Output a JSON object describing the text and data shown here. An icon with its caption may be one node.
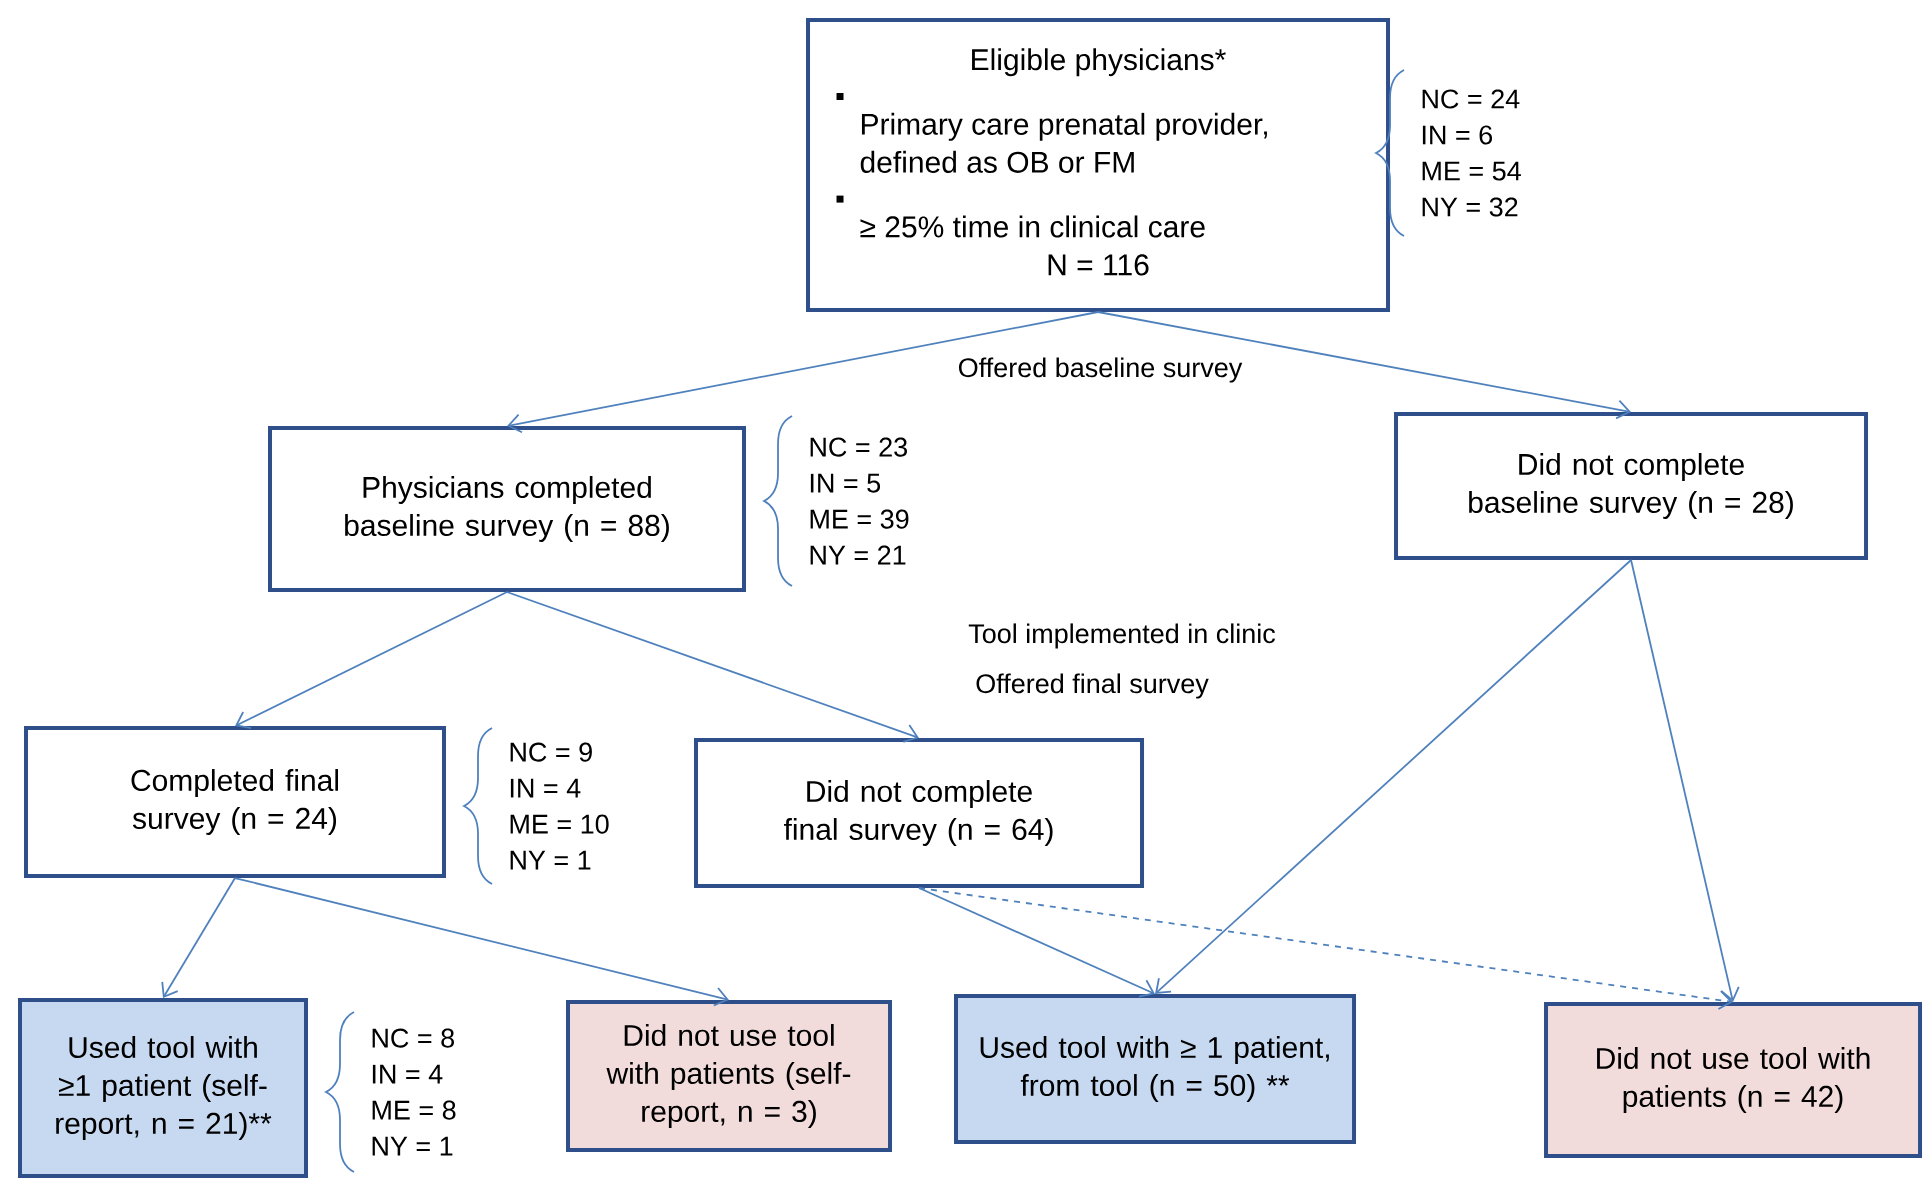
{
  "diagram": {
    "nodes": [
      {
        "text": [
          "Eligible physicians*",
          "Primary care prenatal provider, defined as OB or FM",
          "≥ 25% time in clinical care",
          "N = 116"
        ],
        "beside": [
          "NC = 24",
          "IN = 6",
          "ME = 54",
          "NY = 32"
        ]
      },
      {
        "text": [
          "Physicians completed baseline survey (n = 88)"
        ],
        "beside": [
          "NC = 23",
          "IN = 5",
          "ME = 39",
          "NY = 21"
        ]
      },
      {
        "text": [
          "Did not complete baseline survey (n = 28)"
        ]
      },
      {
        "text": [
          "Completed final survey (n = 24)"
        ],
        "beside": [
          "NC = 9",
          "IN = 4",
          "ME = 10",
          "NY = 1"
        ]
      },
      {
        "text": [
          "Did not complete final survey (n = 64)"
        ]
      },
      {
        "text": [
          "Used tool with ≥1 patient (self-report, n = 21)**"
        ],
        "beside": [
          "NC = 8",
          "IN = 4",
          "ME = 8",
          "NY = 1"
        ]
      },
      {
        "text": [
          "Did not use tool with patients (self-report, n = 3)"
        ]
      },
      {
        "text": [
          "Used tool with ≥ 1 patient, from tool (n = 50) **"
        ]
      },
      {
        "text": [
          "Did not use tool with patients (n = 42)"
        ]
      }
    ],
    "edges": [
      {
        "from": 0,
        "to": 1,
        "arrow": "to"
      },
      {
        "from": 0,
        "to": 2,
        "arrow": "to"
      },
      {
        "from": 1,
        "to": 3,
        "arrow": "to"
      },
      {
        "from": 1,
        "to": 4,
        "arrow": "to"
      },
      {
        "from": 3,
        "to": 5,
        "arrow": "to"
      },
      {
        "from": 3,
        "to": 6,
        "arrow": "to"
      },
      {
        "from": 4,
        "to": 7,
        "arrow": "to"
      },
      {
        "from": 4,
        "to": 8,
        "arrow": "to",
        "style": "dashed"
      },
      {
        "from": 2,
        "to": 7,
        "arrow": "to"
      },
      {
        "from": 2,
        "to": 8,
        "arrow": "to"
      }
    ],
    "labels": [
      "Offered baseline survey",
      "Tool implemented in clinic",
      "Offered final survey"
    ]
  }
}
